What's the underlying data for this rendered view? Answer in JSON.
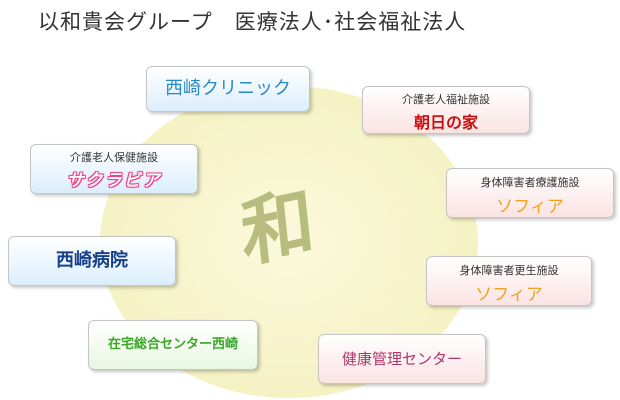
{
  "header": {
    "title": "以和貴会グループ　医療法人･社会福祉法人"
  },
  "center": {
    "symbol": "和"
  },
  "facilities": {
    "clinic": {
      "name": "西崎クリニック"
    },
    "asahi": {
      "category": "介護老人福祉施設",
      "name": "朝日の家"
    },
    "sakura": {
      "category": "介護老人保健施設",
      "name": "サクラビア"
    },
    "sofia_ryogo": {
      "category": "身体障害者療護施設",
      "name": "ソフィア"
    },
    "hospital": {
      "name": "西崎病院"
    },
    "sofia_kosei": {
      "category": "身体障害者更生施設",
      "name": "ソフィア"
    },
    "zaitaku": {
      "name": "在宅総合センター西崎"
    },
    "kenko": {
      "name": "健康管理センター"
    }
  }
}
